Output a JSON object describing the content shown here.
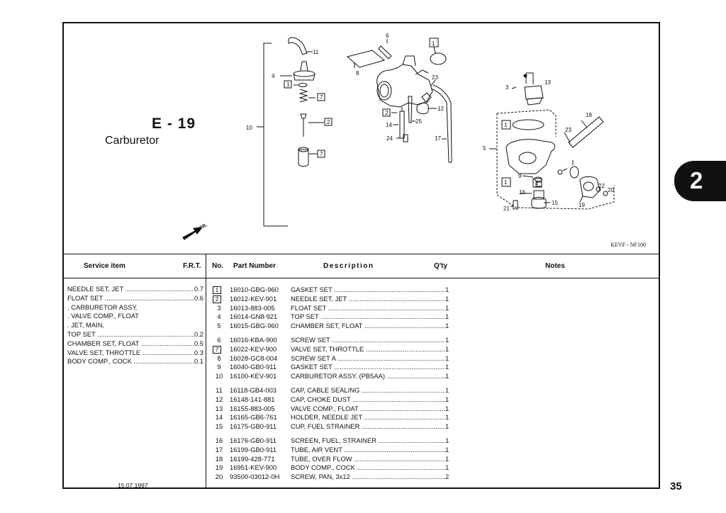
{
  "page": {
    "code": "E - 19",
    "title": "Carburetor",
    "figure_code": "KEVF - NF100",
    "date": "15.07.1997",
    "page_number": "35",
    "chapter_tab": "2",
    "front_arrow_label": "FR."
  },
  "table_headers": {
    "service_item": "Service item",
    "frt": "F.R.T.",
    "no": "No.",
    "part_number": "Part Number",
    "description": "Description",
    "qty": "Q'ty",
    "notes": "Notes"
  },
  "service_items": [
    {
      "name": "NEEDLE SET, JET",
      "frt": "0.7"
    },
    {
      "name": "FLOAT SET",
      "frt": "0.6"
    },
    {
      "name": ". CARBURETOR ASSY.",
      "frt": ""
    },
    {
      "name": ". VALVE COMP., FLOAT",
      "frt": ""
    },
    {
      "name": ". JET, MAIN,",
      "frt": ""
    },
    {
      "name": "TOP SET",
      "frt": "0.2"
    },
    {
      "name": "CHAMBER SET, FLOAT",
      "frt": "0.5"
    },
    {
      "name": "VALVE SET, THROTTLE",
      "frt": "0.3"
    },
    {
      "name": "BODY COMP., COCK",
      "frt": "0.1"
    }
  ],
  "parts": [
    {
      "no": "1",
      "boxed": true,
      "part_number": "16010-GBG-960",
      "description": "GASKET SET",
      "qty": "1"
    },
    {
      "no": "2",
      "boxed": true,
      "part_number": "16012-KEV-901",
      "description": "NEEDLE SET, JET",
      "qty": "1"
    },
    {
      "no": "3",
      "boxed": false,
      "part_number": "16013-883-005",
      "description": "FLOAT SET",
      "qty": "1"
    },
    {
      "no": "4",
      "boxed": false,
      "part_number": "16014-GN8-921",
      "description": "TOP SET",
      "qty": "1"
    },
    {
      "no": "5",
      "boxed": false,
      "part_number": "16015-GBG-960",
      "description": "CHAMBER SET, FLOAT",
      "qty": "1"
    },
    {
      "no": "6",
      "boxed": false,
      "part_number": "16016-KBA-900",
      "description": "SCREW SET",
      "qty": "1"
    },
    {
      "no": "7",
      "boxed": true,
      "part_number": "16022-KEV-900",
      "description": "VALVE SET, THROTTLE",
      "qty": "1"
    },
    {
      "no": "8",
      "boxed": false,
      "part_number": "16028-GC8-004",
      "description": "SCREW SET A",
      "qty": "1"
    },
    {
      "no": "9",
      "boxed": false,
      "part_number": "16040-GB0-911",
      "description": "GASKET SET",
      "qty": "1"
    },
    {
      "no": "10",
      "boxed": false,
      "part_number": "16100-KEV-901",
      "description": "CARBURETOR ASSY. (PB5AA)",
      "qty": "1"
    },
    {
      "no": "11",
      "boxed": false,
      "part_number": "16118-GB4-003",
      "description": "CAP, CABLE SEALING",
      "qty": "1"
    },
    {
      "no": "12",
      "boxed": false,
      "part_number": "16148-141-881",
      "description": "CAP, CHOKE DUST",
      "qty": "1"
    },
    {
      "no": "13",
      "boxed": false,
      "part_number": "16155-883-005",
      "description": "VALVE COMP., FLOAT",
      "qty": "1"
    },
    {
      "no": "14",
      "boxed": false,
      "part_number": "16165-GB6-761",
      "description": "HOLDER, NEEDLE JET",
      "qty": "1"
    },
    {
      "no": "15",
      "boxed": false,
      "part_number": "16175-GB0-911",
      "description": "CUP, FUEL STRAINER",
      "qty": "1"
    },
    {
      "no": "16",
      "boxed": false,
      "part_number": "16176-GB0-911",
      "description": "SCREEN, FUEL, STRAINER",
      "qty": "1"
    },
    {
      "no": "17",
      "boxed": false,
      "part_number": "16199-GB0-911",
      "description": "TUBE, AIR VENT",
      "qty": "1"
    },
    {
      "no": "18",
      "boxed": false,
      "part_number": "16199-428-771",
      "description": "TUBE, OVER FLOW",
      "qty": "1"
    },
    {
      "no": "19",
      "boxed": false,
      "part_number": "16951-KEV-900",
      "description": "BODY COMP., COCK",
      "qty": "1"
    },
    {
      "no": "20",
      "boxed": false,
      "part_number": "93500-03012-0H",
      "description": "SCREW, PAN, 3x12",
      "qty": "2"
    }
  ],
  "diagram_callouts": [
    "1",
    "2",
    "3",
    "4",
    "5",
    "6",
    "7",
    "8",
    "9",
    "10",
    "11",
    "12",
    "13",
    "14",
    "15",
    "16",
    "17",
    "18",
    "19",
    "20",
    "21",
    "22",
    "23",
    "24",
    "25"
  ]
}
